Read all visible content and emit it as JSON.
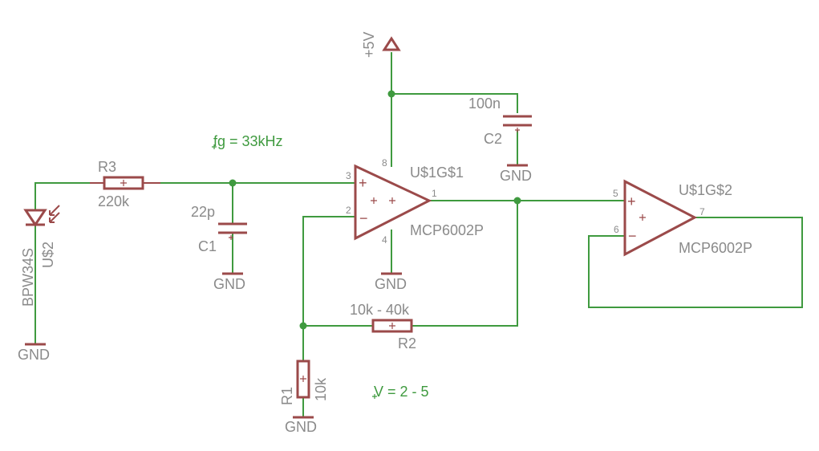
{
  "supply": {
    "label": "+5V"
  },
  "ground_label": "GND",
  "photodiode": {
    "value": "BPW34S",
    "name": "U$2"
  },
  "r3": {
    "name": "R3",
    "value": "220k"
  },
  "c1": {
    "name": "C1",
    "value": "22p"
  },
  "c2": {
    "name": "C2",
    "value": "100n"
  },
  "r2": {
    "name": "R2",
    "value": "10k - 40k"
  },
  "r1": {
    "name": "R1",
    "value": "10k"
  },
  "opamp1": {
    "name": "U$1G$1",
    "value": "MCP6002P",
    "pins": {
      "in_plus": "3",
      "in_minus": "2",
      "out": "1",
      "vdd": "8",
      "vss": "4"
    }
  },
  "opamp2": {
    "name": "U$1G$2",
    "value": "MCP6002P",
    "pins": {
      "in_plus": "5",
      "in_minus": "6",
      "out": "7"
    }
  },
  "notes": {
    "cutoff": "fg = 33kHz",
    "gain": "V = 2 - 5"
  },
  "signs": {
    "plus": "+",
    "minus": "−"
  },
  "colors": {
    "wire": "#3f9a3f",
    "symbol": "#9b4a4a",
    "label": "#8a8a8a"
  }
}
